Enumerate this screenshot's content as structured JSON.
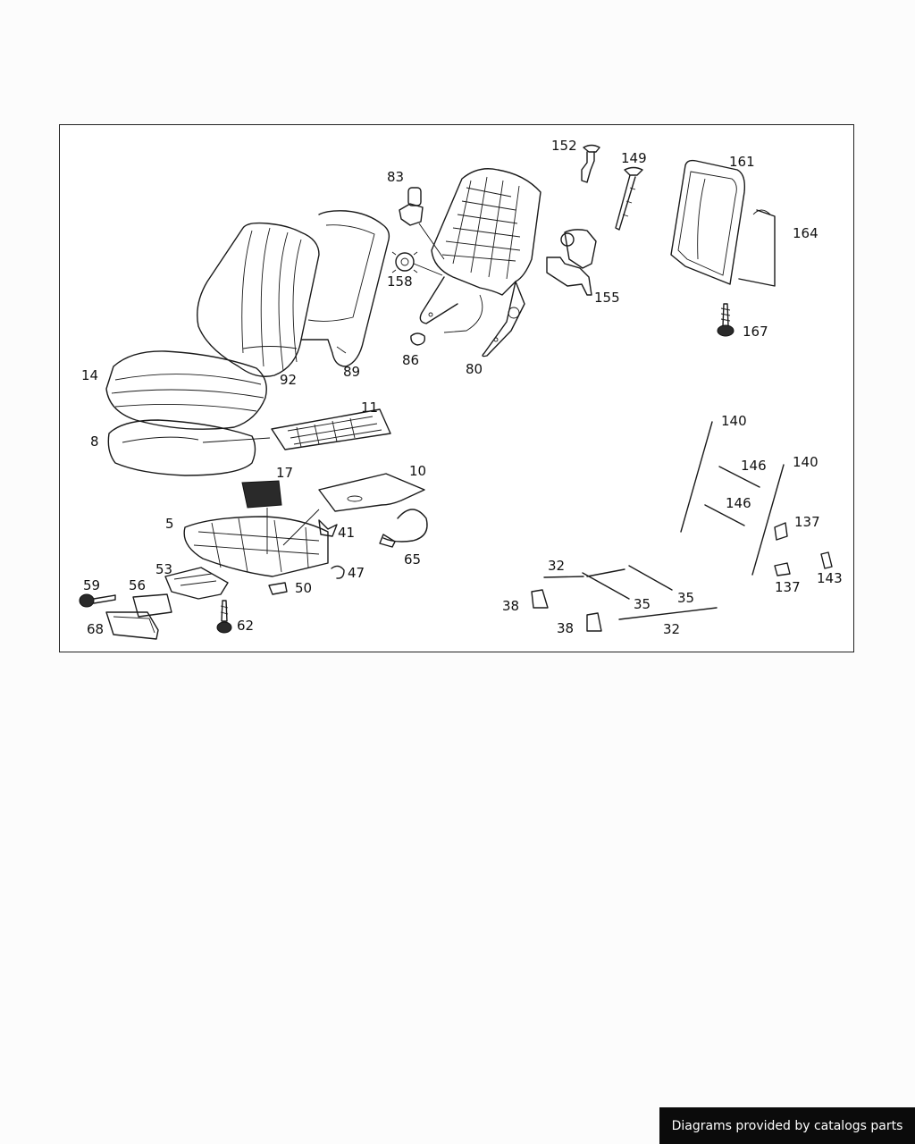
{
  "diagram": {
    "labels": {
      "p152": "152",
      "p149": "149",
      "p161": "161",
      "p83": "83",
      "p164": "164",
      "p158": "158",
      "p155": "155",
      "p167": "167",
      "p86": "86",
      "p80": "80",
      "p14": "14",
      "p92": "92",
      "p89": "89",
      "p11": "11",
      "p8": "8",
      "p17": "17",
      "p10": "10",
      "p140a": "140",
      "p146a": "146",
      "p140b": "140",
      "p146b": "146",
      "p137a": "137",
      "p5": "5",
      "p41": "41",
      "p65": "65",
      "p47": "47",
      "p53": "53",
      "p143": "143",
      "p137b": "137",
      "p32a": "32",
      "p59": "59",
      "p56": "56",
      "p50": "50",
      "p35a": "35",
      "p35b": "35",
      "p38a": "38",
      "p68": "68",
      "p62": "62",
      "p38b": "38",
      "p32b": "32"
    }
  },
  "footer": {
    "text": "Diagrams provided by catalogs parts"
  }
}
